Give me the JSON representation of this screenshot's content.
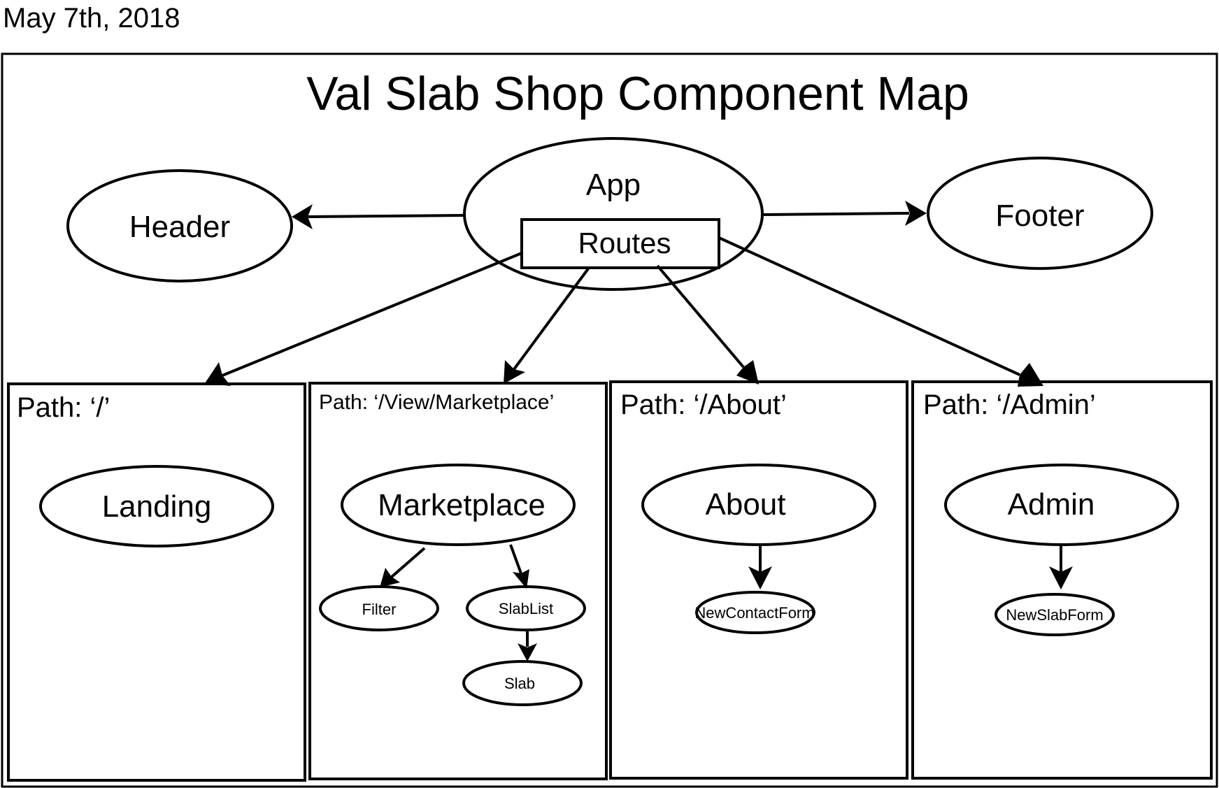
{
  "date": "May 7th, 2018",
  "title": "Val Slab Shop Component Map",
  "components": {
    "app": "App",
    "routes": "Routes",
    "header": "Header",
    "footer": "Footer",
    "landing": "Landing",
    "marketplace": "Marketplace",
    "filter": "Filter",
    "slablist": "SlabList",
    "slab": "Slab",
    "about": "About",
    "newcontactform": "NewContactForm",
    "admin": "Admin",
    "newslabform": "NewSlabForm"
  },
  "paths": {
    "root": "Path: ‘/’",
    "marketplace": "Path:  ‘/View/Marketplace’",
    "about": "Path:  ‘/About’",
    "admin": "Path:  ‘/Admin’"
  }
}
